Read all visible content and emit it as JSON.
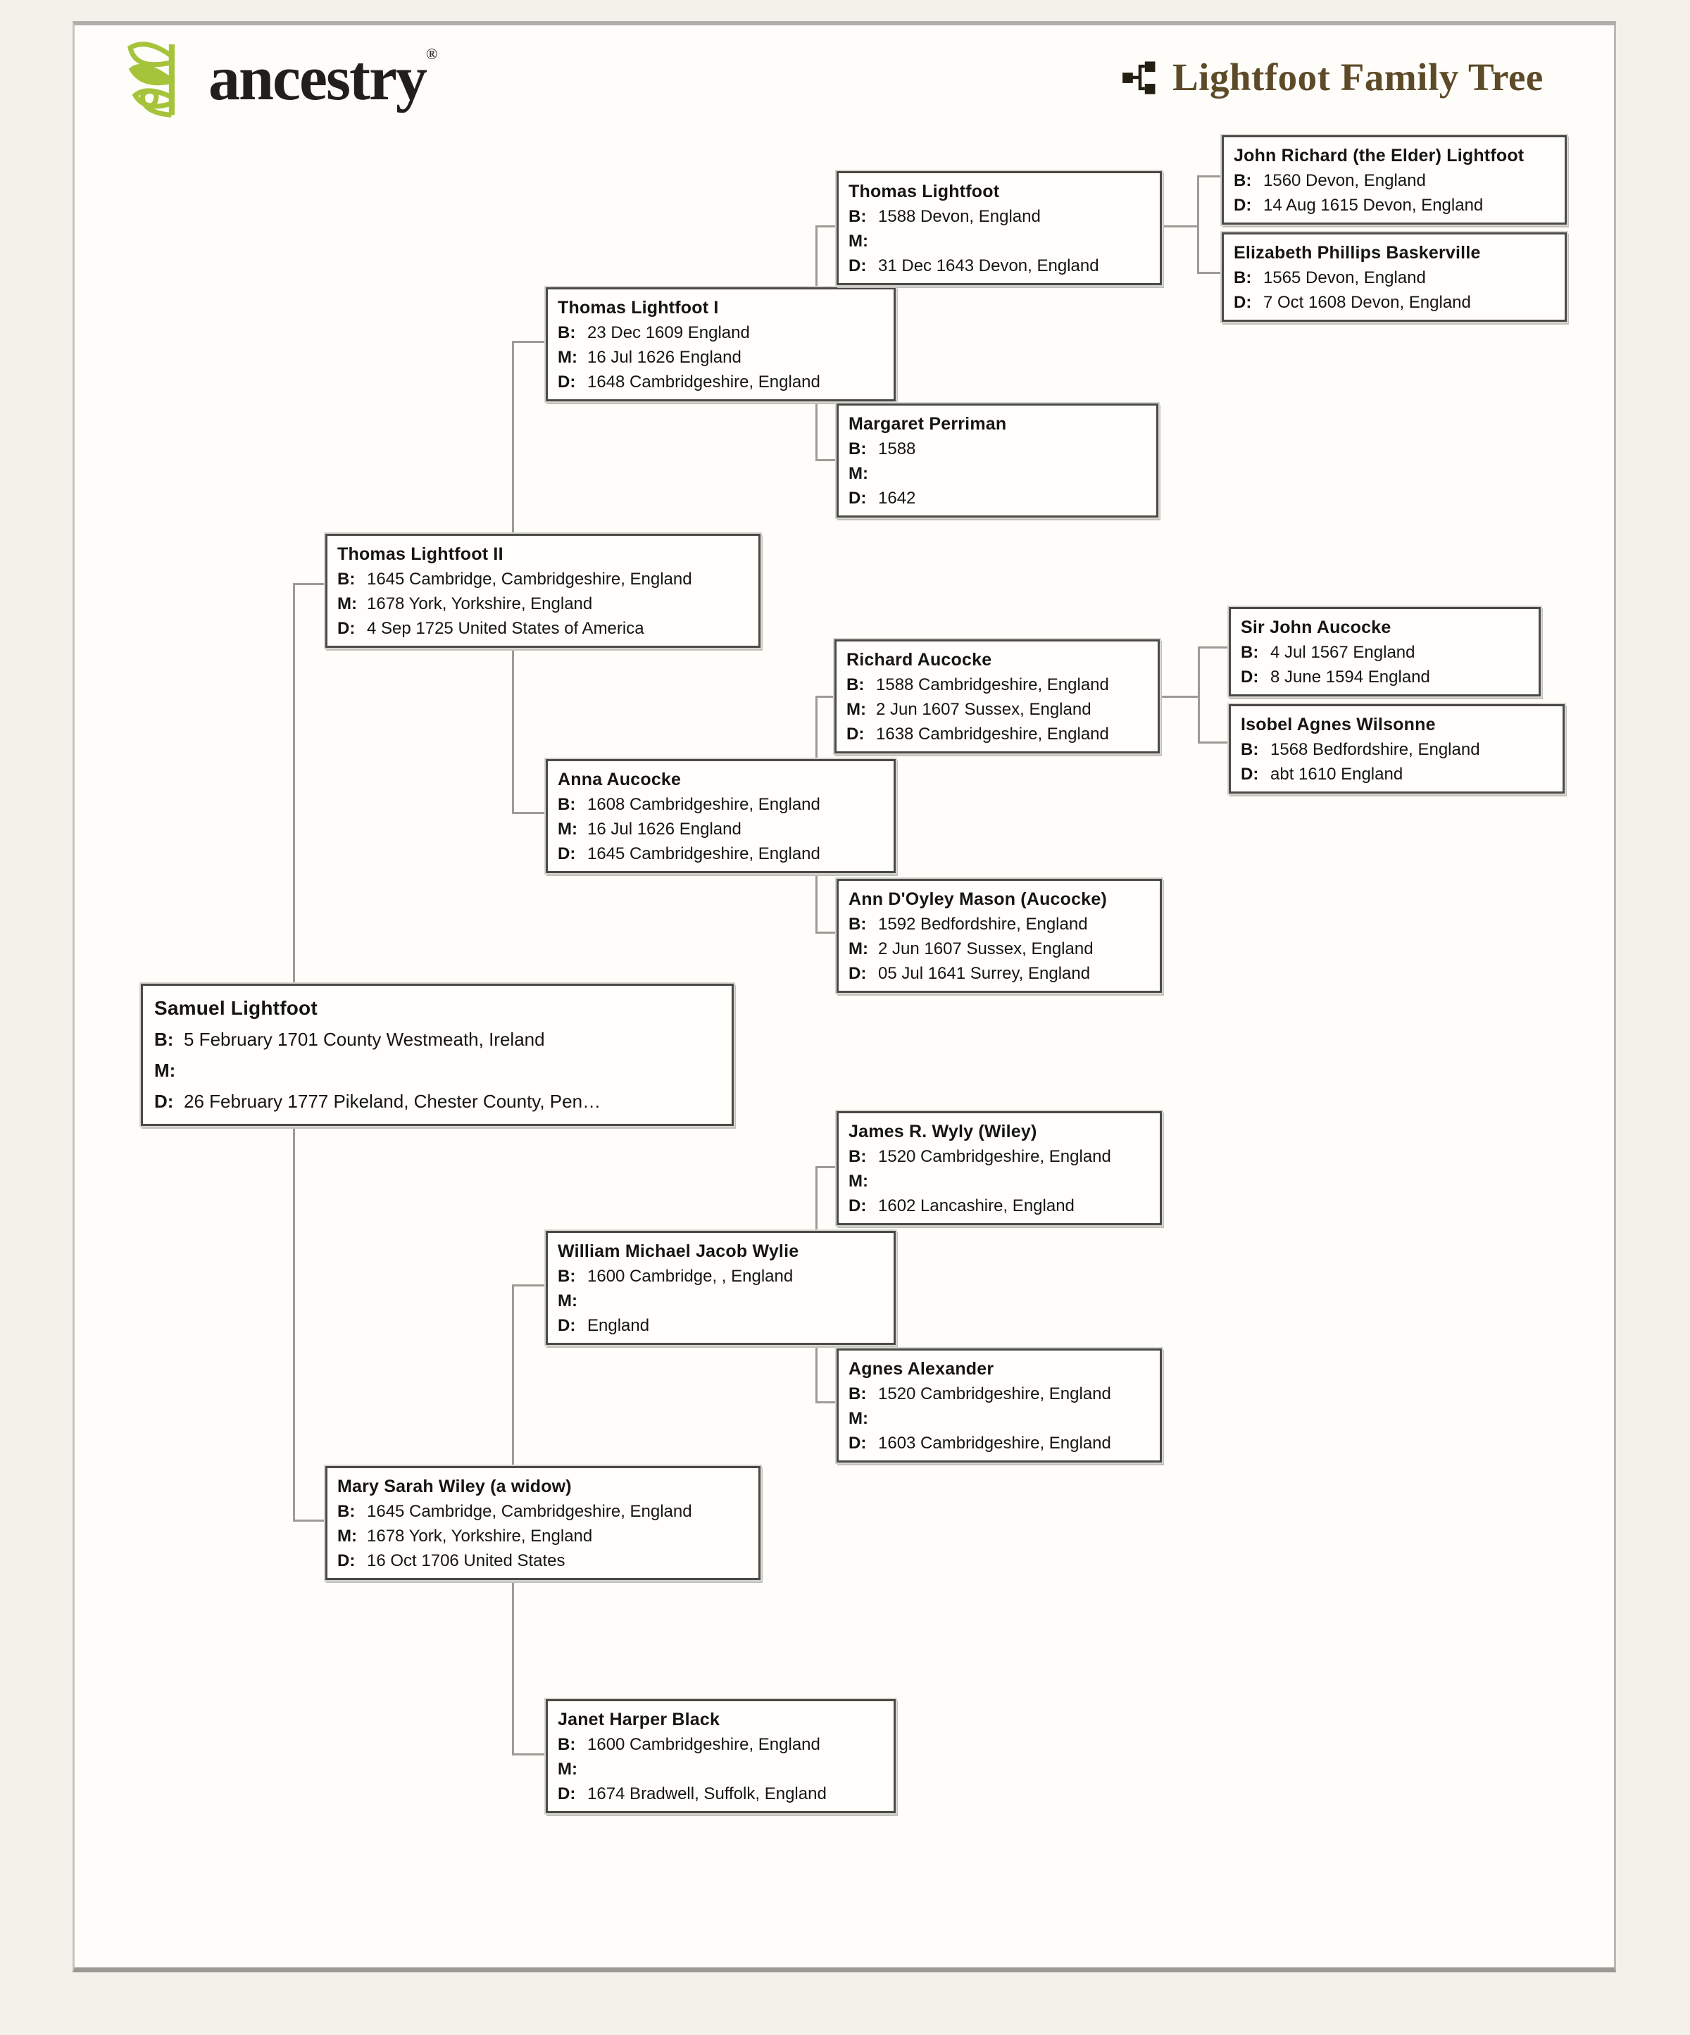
{
  "header": {
    "logo_text": "ancestry",
    "logo_trademark": "®",
    "logo_icon": "ancestry-leaf-icon",
    "logo_leaf_color": "#a5c43b",
    "title": "Lightfoot Family Tree",
    "title_icon": "family-tree-icon",
    "title_color": "#5d4a28"
  },
  "styles": {
    "box_border_color": "#4a4a47",
    "connector_color": "#9d9b95",
    "page_background": "#fefdf9"
  },
  "people": [
    {
      "name": "Samuel Lightfoot",
      "lines": [
        {
          "label": "B:",
          "value": "5 February 1701 County Westmeath, Ireland"
        },
        {
          "label": "M:",
          "value": ""
        },
        {
          "label": "D:",
          "value": "26 February 1777 Pikeland, Chester County, Pen…"
        }
      ]
    },
    {
      "name": "Thomas Lightfoot II",
      "lines": [
        {
          "label": "B:",
          "value": "1645 Cambridge, Cambridgeshire, England"
        },
        {
          "label": "M:",
          "value": "1678 York, Yorkshire, England"
        },
        {
          "label": "D:",
          "value": "4 Sep 1725 United States of America"
        }
      ]
    },
    {
      "name": "Mary Sarah Wiley (a widow)",
      "lines": [
        {
          "label": "B:",
          "value": "1645 Cambridge, Cambridgeshire, England"
        },
        {
          "label": "M:",
          "value": "1678 York, Yorkshire, England"
        },
        {
          "label": "D:",
          "value": "16 Oct 1706 United States"
        }
      ]
    },
    {
      "name": "Thomas Lightfoot I",
      "lines": [
        {
          "label": "B:",
          "value": "23 Dec 1609 England"
        },
        {
          "label": "M:",
          "value": "16 Jul 1626 England"
        },
        {
          "label": "D:",
          "value": "1648 Cambridgeshire, England"
        }
      ]
    },
    {
      "name": "Anna Aucocke",
      "lines": [
        {
          "label": "B:",
          "value": "1608 Cambridgeshire, England"
        },
        {
          "label": "M:",
          "value": "16 Jul 1626 England"
        },
        {
          "label": "D:",
          "value": "1645 Cambridgeshire, England"
        }
      ]
    },
    {
      "name": "William Michael Jacob Wylie",
      "lines": [
        {
          "label": "B:",
          "value": "1600 Cambridge, , England"
        },
        {
          "label": "M:",
          "value": ""
        },
        {
          "label": "D:",
          "value": "England"
        }
      ]
    },
    {
      "name": "Janet Harper Black",
      "lines": [
        {
          "label": "B:",
          "value": "1600 Cambridgeshire, England"
        },
        {
          "label": "M:",
          "value": ""
        },
        {
          "label": "D:",
          "value": "1674 Bradwell, Suffolk, England"
        }
      ]
    },
    {
      "name": "Thomas Lightfoot",
      "lines": [
        {
          "label": "B:",
          "value": "1588 Devon, England"
        },
        {
          "label": "M:",
          "value": ""
        },
        {
          "label": "D:",
          "value": "31 Dec 1643 Devon, England"
        }
      ]
    },
    {
      "name": "Margaret Perriman",
      "lines": [
        {
          "label": "B:",
          "value": "1588"
        },
        {
          "label": "M:",
          "value": ""
        },
        {
          "label": "D:",
          "value": "1642"
        }
      ]
    },
    {
      "name": "Richard Aucocke",
      "lines": [
        {
          "label": "B:",
          "value": "1588 Cambridgeshire, England"
        },
        {
          "label": "M:",
          "value": "2 Jun 1607 Sussex, England"
        },
        {
          "label": "D:",
          "value": "1638 Cambridgeshire, England"
        }
      ]
    },
    {
      "name": "Ann D'Oyley Mason (Aucocke)",
      "lines": [
        {
          "label": "B:",
          "value": "1592 Bedfordshire, England"
        },
        {
          "label": "M:",
          "value": "2 Jun 1607 Sussex, England"
        },
        {
          "label": "D:",
          "value": "05 Jul 1641 Surrey, England"
        }
      ]
    },
    {
      "name": "James R. Wyly (Wiley)",
      "lines": [
        {
          "label": "B:",
          "value": "1520 Cambridgeshire, England"
        },
        {
          "label": "M:",
          "value": ""
        },
        {
          "label": "D:",
          "value": "1602 Lancashire, England"
        }
      ]
    },
    {
      "name": "Agnes Alexander",
      "lines": [
        {
          "label": "B:",
          "value": "1520 Cambridgeshire, England"
        },
        {
          "label": "M:",
          "value": ""
        },
        {
          "label": "D:",
          "value": "1603 Cambridgeshire, England"
        }
      ]
    },
    {
      "name": "John Richard (the Elder) Lightfoot",
      "lines": [
        {
          "label": "B:",
          "value": "1560 Devon, England"
        },
        {
          "label": "D:",
          "value": "14 Aug 1615 Devon, England"
        }
      ]
    },
    {
      "name": "Elizabeth Phillips Baskerville",
      "lines": [
        {
          "label": "B:",
          "value": "1565 Devon, England"
        },
        {
          "label": "D:",
          "value": "7 Oct 1608 Devon, England"
        }
      ]
    },
    {
      "name": "Sir John Aucocke",
      "lines": [
        {
          "label": "B:",
          "value": "4 Jul 1567 England"
        },
        {
          "label": "D:",
          "value": "8 June 1594 England"
        }
      ]
    },
    {
      "name": "Isobel Agnes Wilsonne",
      "lines": [
        {
          "label": "B:",
          "value": "1568 Bedfordshire, England"
        },
        {
          "label": "D:",
          "value": "abt 1610 England"
        }
      ]
    }
  ],
  "tree": {
    "root": "Samuel Lightfoot",
    "edges": [
      {
        "child": "Samuel Lightfoot",
        "father": "Thomas Lightfoot II",
        "mother": "Mary Sarah Wiley (a widow)"
      },
      {
        "child": "Thomas Lightfoot II",
        "father": "Thomas Lightfoot I",
        "mother": "Anna Aucocke"
      },
      {
        "child": "Thomas Lightfoot I",
        "father": "Thomas Lightfoot",
        "mother": "Margaret Perriman"
      },
      {
        "child": "Thomas Lightfoot",
        "father": "John Richard (the Elder) Lightfoot",
        "mother": "Elizabeth Phillips Baskerville"
      },
      {
        "child": "Anna Aucocke",
        "father": "Richard Aucocke",
        "mother": "Ann D'Oyley Mason (Aucocke)"
      },
      {
        "child": "Richard Aucocke",
        "father": "Sir John Aucocke",
        "mother": "Isobel Agnes Wilsonne"
      },
      {
        "child": "Mary Sarah Wiley (a widow)",
        "father": "William Michael Jacob Wylie",
        "mother": "Janet Harper Black"
      },
      {
        "child": "William Michael Jacob Wylie",
        "father": "James R. Wyly (Wiley)",
        "mother": "Agnes Alexander"
      }
    ]
  }
}
